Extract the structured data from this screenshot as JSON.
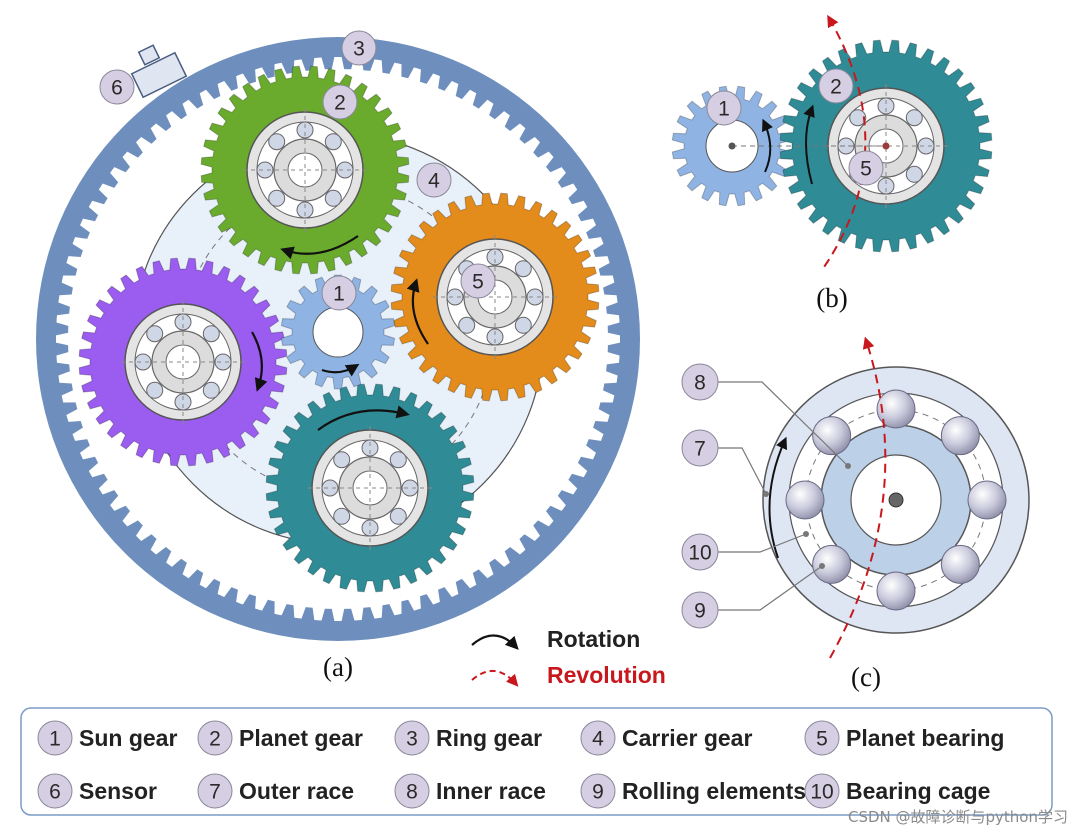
{
  "diagram": {
    "parts": {
      "sun_gear": "1",
      "planet_gear": "2",
      "ring_gear": "3",
      "carrier": "4",
      "planet_bearing": "5",
      "sensor": "6",
      "outer_race": "7",
      "inner_race": "8",
      "rolling_elements": "9",
      "bearing_cage": "10"
    },
    "captions": {
      "a": "(a)",
      "b": "(b)",
      "c": "(c)"
    },
    "motion_legend": {
      "rotation": "Rotation",
      "revolution": "Revolution"
    },
    "colors": {
      "ring": "#6e8fbd",
      "planet_green": "#6aab2e",
      "planet_orange": "#e38b1b",
      "planet_purple": "#9b5cf0",
      "planet_teal": "#2f8b95",
      "sun": "#8fb4e4",
      "carrier": "#e8f0fa",
      "badge": "#d6cfe3",
      "revolution": "#c8181e"
    }
  },
  "legend": [
    {
      "num": "1",
      "label": "Sun gear"
    },
    {
      "num": "2",
      "label": "Planet gear"
    },
    {
      "num": "3",
      "label": "Ring gear"
    },
    {
      "num": "4",
      "label": "Carrier gear"
    },
    {
      "num": "5",
      "label": "Planet bearing"
    },
    {
      "num": "6",
      "label": "Sensor"
    },
    {
      "num": "7",
      "label": "Outer race"
    },
    {
      "num": "8",
      "label": "Inner race"
    },
    {
      "num": "9",
      "label": "Rolling elements"
    },
    {
      "num": "10",
      "label": "Bearing cage"
    }
  ],
  "watermark": "CSDN @故障诊断与python学习"
}
